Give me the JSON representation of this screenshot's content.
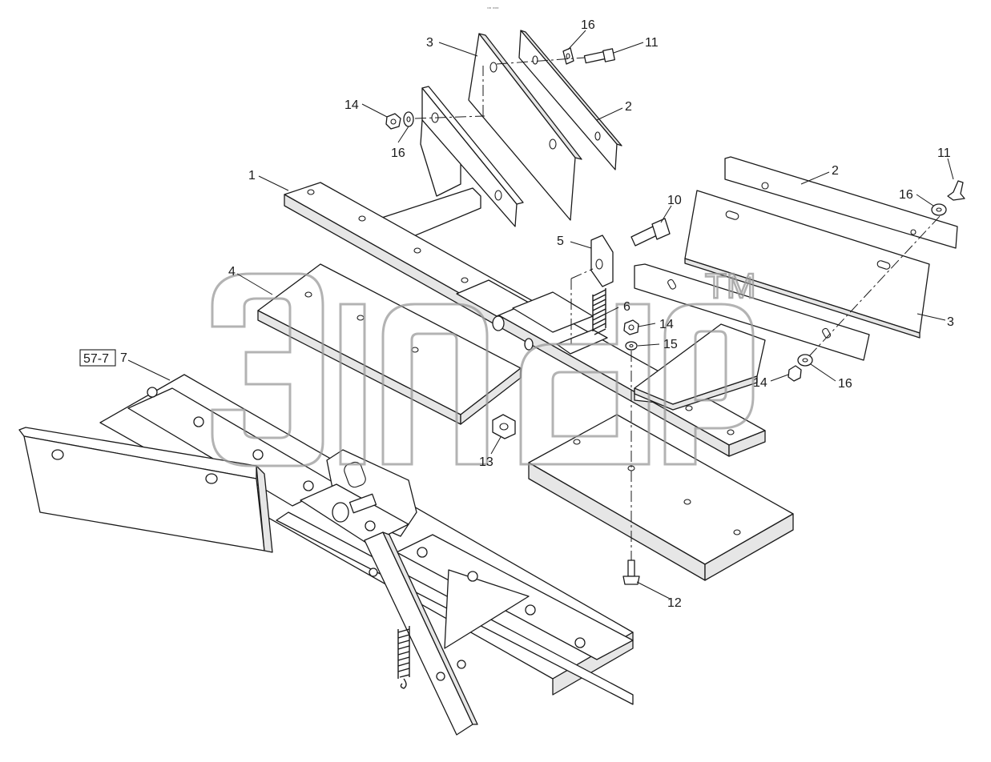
{
  "callouts": [
    {
      "id": "c3a",
      "text": "3"
    },
    {
      "id": "c16a",
      "text": "16"
    },
    {
      "id": "c11a",
      "text": "11"
    },
    {
      "id": "c2a",
      "text": "2"
    },
    {
      "id": "c14a",
      "text": "14"
    },
    {
      "id": "c16b",
      "text": "16"
    },
    {
      "id": "c1",
      "text": "1"
    },
    {
      "id": "c11b",
      "text": "11"
    },
    {
      "id": "c2b",
      "text": "2"
    },
    {
      "id": "c16c",
      "text": "16"
    },
    {
      "id": "c10",
      "text": "10"
    },
    {
      "id": "c5",
      "text": "5"
    },
    {
      "id": "c4",
      "text": "4"
    },
    {
      "id": "c6",
      "text": "6"
    },
    {
      "id": "c14b",
      "text": "14"
    },
    {
      "id": "c15",
      "text": "15"
    },
    {
      "id": "c3b",
      "text": "3"
    },
    {
      "id": "c14c",
      "text": "14"
    },
    {
      "id": "c16d",
      "text": "16"
    },
    {
      "id": "c7",
      "text": "7"
    },
    {
      "id": "c13",
      "text": "13"
    },
    {
      "id": "c12",
      "text": "12"
    }
  ],
  "reference_box": "57-7",
  "watermark": {
    "trademark": "TM"
  },
  "header_mark": "▫▫ ▫▫▫",
  "colors": {
    "line": "#1a1a1a",
    "watermark": "#9a9a9a",
    "background": "#ffffff"
  }
}
